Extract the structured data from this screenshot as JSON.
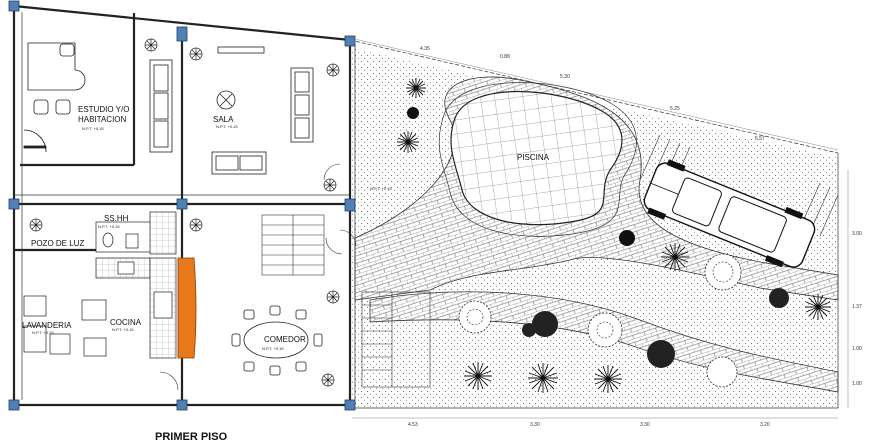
{
  "drawing": {
    "title": "PRIMER PISO",
    "rooms": {
      "estudio_line1": "ESTUDIO Y/O",
      "estudio_line2": "HABITACION",
      "sala": "SALA",
      "piscina": "PISCINA",
      "sshh": "SS.HH",
      "pozo_de_luz": "POZO DE LUZ",
      "lavanderia": "LAVANDERIA",
      "cocina": "COCINA",
      "comedor": "COMEDOR"
    },
    "level_tag": "N.P.T. +0.15",
    "dimensions": {
      "top_1": "4.35",
      "top_2": "0.88",
      "top_3": "5.30",
      "top_4": "5.25",
      "top_5": "5.57",
      "right_1": "3.00",
      "right_2": "1.37",
      "right_3": "1.00",
      "right_4": "1.00",
      "bottom_1": "4.53",
      "bottom_2": "3.30",
      "bottom_3": "3.30",
      "bottom_4": "3.20"
    }
  },
  "colors": {
    "columns": "#4f81b5",
    "accent_wall": "#e8781c",
    "lines": "#222222"
  }
}
